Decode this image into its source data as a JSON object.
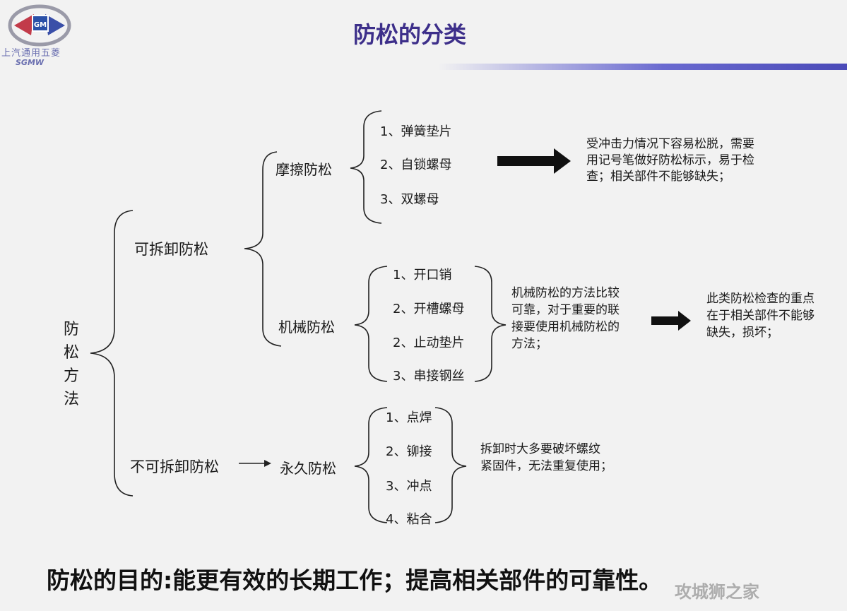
{
  "header": {
    "logo_text_cn": "上汽通用五菱",
    "logo_text_en": "SGMW",
    "title": "防松的分类"
  },
  "root": {
    "chars": [
      "防",
      "松",
      "方",
      "法"
    ]
  },
  "removable": {
    "label": "可拆卸防松",
    "friction": {
      "label": "摩擦防松",
      "items": [
        "1、弹簧垫片",
        "2、自锁螺母",
        "3、双螺母"
      ],
      "note": [
        "受冲击力情况下容易松脱，需要",
        "用记号笔做好防松标示，易于检",
        "查；相关部件不能够缺失；"
      ]
    },
    "mechanical": {
      "label": "机械防松",
      "items": [
        "1、开口销",
        "2、开槽螺母",
        "2、止动垫片",
        "3、串接钢丝"
      ],
      "note": [
        "机械防松的方法比较",
        "可靠，对于重要的联",
        "接要使用机械防松的",
        "方法；"
      ],
      "check_note": [
        "此类防松检查的重点",
        "在于相关部件不能够",
        "缺失，损坏；"
      ]
    }
  },
  "permanent": {
    "label": "不可拆卸防松",
    "sub_label": "永久防松",
    "items": [
      "1、点焊",
      "2、铆接",
      "3、冲点",
      "4、粘合"
    ],
    "note": [
      "拆卸时大多要破坏螺纹",
      "紧固件，无法重复使用；"
    ]
  },
  "footer": {
    "purpose": "防松的目的:能更有效的长期工作；提高相关部件的可靠性。"
  },
  "watermark": {
    "text": "攻城狮之家"
  },
  "colors": {
    "title": "#3d2f8a",
    "logo": "#6a6fb0",
    "arrow": "#111111",
    "background": "#f2f2f2"
  }
}
